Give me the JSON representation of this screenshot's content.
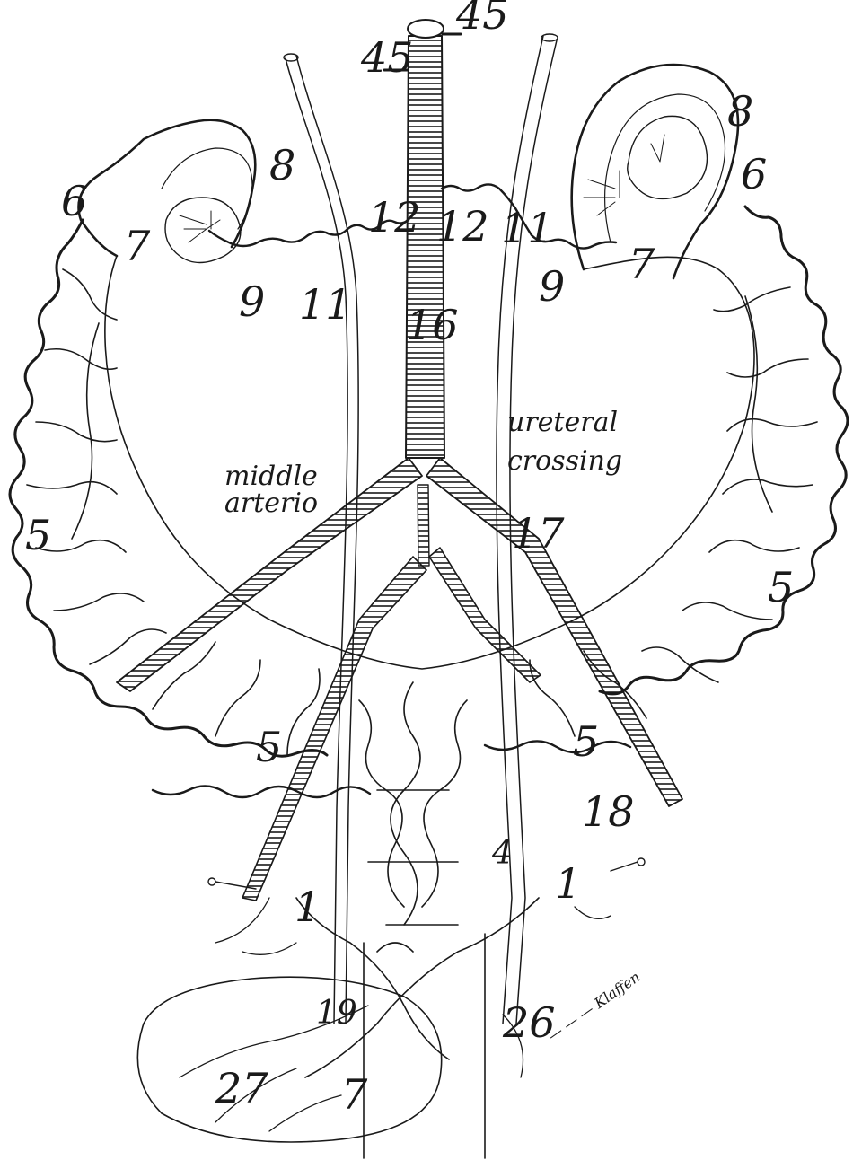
{
  "figure": {
    "ink_color": "#1a1a1a",
    "paper_color": "#ffffff",
    "labels": {
      "n45_top": "45",
      "n45_left": "45",
      "n8_left": "8",
      "n8_right": "8",
      "n6_left": "6",
      "n6_right": "6",
      "n7_left": "7",
      "n7_right": "7",
      "n12_left": "12",
      "n12_right": "12",
      "n11_left": "11",
      "n11_right": "11",
      "n9_left": "9",
      "n9_right": "9",
      "n16": "16",
      "n17": "17",
      "n5_left": "5",
      "n5_right": "5",
      "n5_low_left": "5",
      "n5_low_right": "5",
      "n18": "18",
      "n4": "4",
      "n1_left": "1",
      "n1_right": "1",
      "n19": "19",
      "n26": "26",
      "n27": "27",
      "n7_bottom": "7",
      "middle": "middle",
      "arterio": "arterio",
      "ureteral": "ureteral",
      "crossing": "crossing",
      "signature": "— — — Klaffen"
    }
  }
}
